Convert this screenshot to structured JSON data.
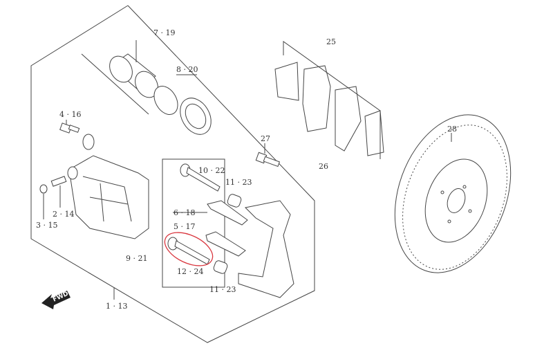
{
  "diagram": {
    "labels": {
      "piston": "7 · 19",
      "seal": "8 · 20",
      "pad_set": "25",
      "bleeder_bolt": "4 · 16",
      "bracket_bolt": "27",
      "disc": "28",
      "guide_pin_upper": "10 · 22",
      "boot_upper": "11 · 23",
      "clip_upper": "6 · 18",
      "clip_lower": "5 · 17",
      "bleeder_plug": "2 · 14",
      "bleeder_cap": "3 · 15",
      "pin_kit": "9 · 21",
      "guide_pin_lower": "12 · 24",
      "boot_lower": "11 · 23",
      "pad_shim": "26",
      "caliper_assy": "1 · 13"
    },
    "fwd_arrow": "FWD",
    "highlight_color": "#d9363e"
  }
}
